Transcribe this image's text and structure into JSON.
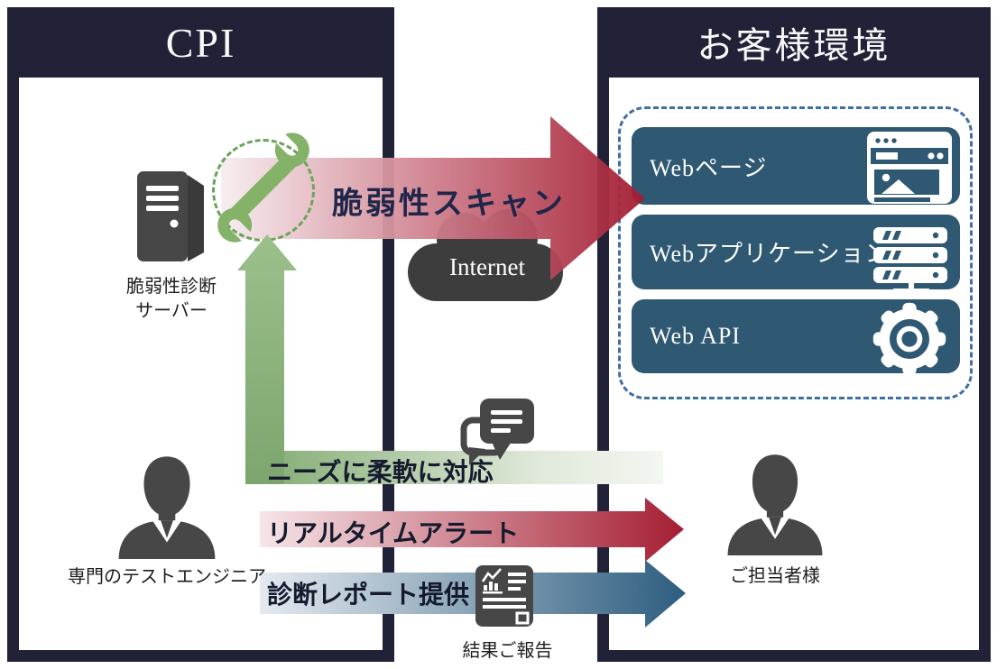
{
  "left_panel": {
    "title": "CPI",
    "server": {
      "icon": "server-tower-icon",
      "caption_line1": "脆弱性診断",
      "caption_line2": "サーバー"
    },
    "engineer": {
      "icon": "person-icon",
      "caption": "専門のテストエンジニア"
    }
  },
  "right_panel": {
    "title": "お客様環境",
    "targets": [
      {
        "label": "Webページ",
        "icon": "browser-icon"
      },
      {
        "label": "Webアプリケーション",
        "icon": "server-rack-icon"
      },
      {
        "label": "Web API",
        "icon": "gear-icon"
      }
    ],
    "contact": {
      "icon": "person-icon",
      "caption": "ご担当者様"
    }
  },
  "corridor": {
    "internet": {
      "icon": "cloud-icon",
      "label": "Internet"
    },
    "report": {
      "icon": "report-document-icon",
      "caption": "結果ご報告"
    },
    "chat": {
      "icon": "chat-bubbles-icon"
    },
    "wrench": {
      "icon": "wrench-icon"
    }
  },
  "arrows": {
    "scan_label": "脆弱性スキャン",
    "needs_label": "ニーズに柔軟に対応",
    "alert_label": "リアルタイムアラート",
    "report_label": "診断レポート提供"
  },
  "colors": {
    "navy": "#212238",
    "box_blue": "#2F5873",
    "dashed_blue": "#3F6FA5",
    "arrow_red": "#A51E33",
    "arrow_green": "#7FA96F",
    "arrow_steel_blue": "#2E5D80",
    "icon_gray": "#474747",
    "wrench_green": "#84B269"
  }
}
